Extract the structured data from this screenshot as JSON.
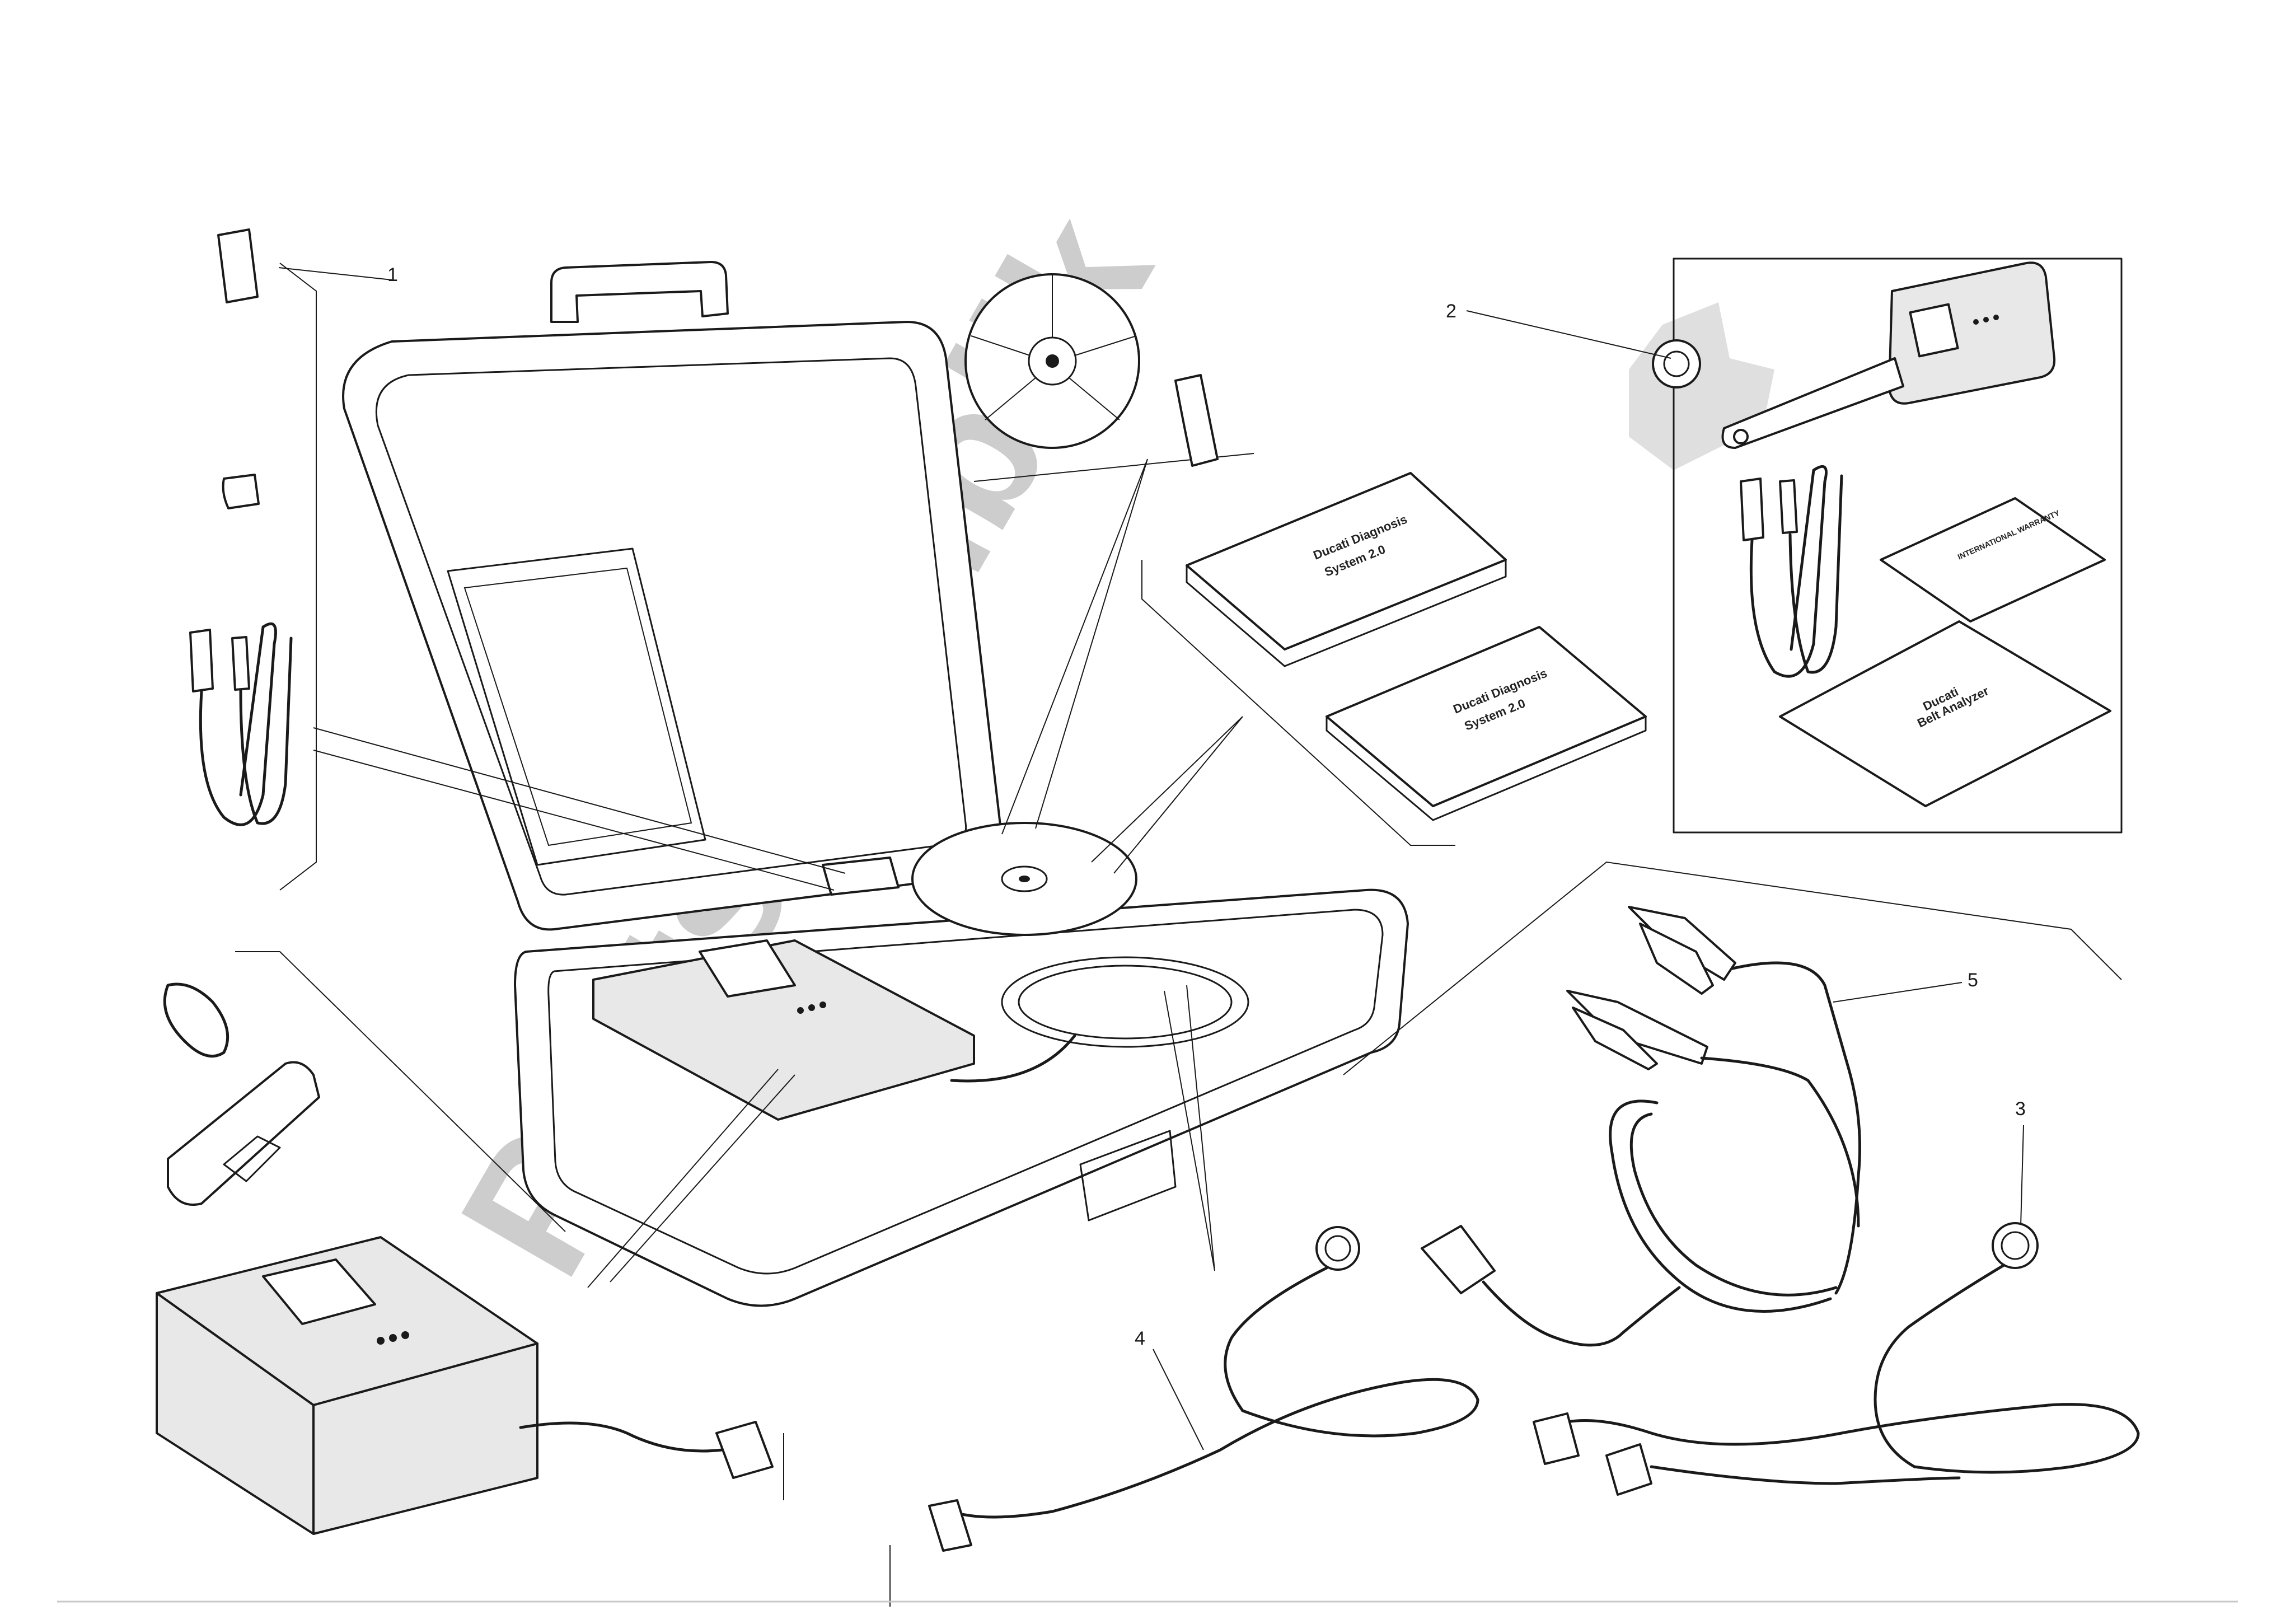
{
  "callouts": {
    "c1": "1",
    "c2": "2",
    "c3": "3",
    "c4": "4",
    "c5": "5"
  },
  "manuals": {
    "dds_manual_a_line1": "Ducati Diagnosis",
    "dds_manual_a_line2": "System 2.0",
    "dds_manual_b_line1": "Ducati Diagnosis",
    "dds_manual_b_line2": "System 2.0",
    "warranty_title": "INTERNATIONAL WARRANTY",
    "belt_line1": "Ducati",
    "belt_line2": "Belt Analyzer"
  },
  "watermark": {
    "text": "Partsrepublik"
  },
  "icons": {
    "case": "carrying-case-icon",
    "cd": "cd-disc-icon",
    "usb": "usb-stick-icon",
    "tester": "diagnostic-tester-icon",
    "belt_analyzer": "belt-analyzer-icon",
    "clamp_cable": "clamp-cable-icon",
    "gear": "gear-icon"
  }
}
